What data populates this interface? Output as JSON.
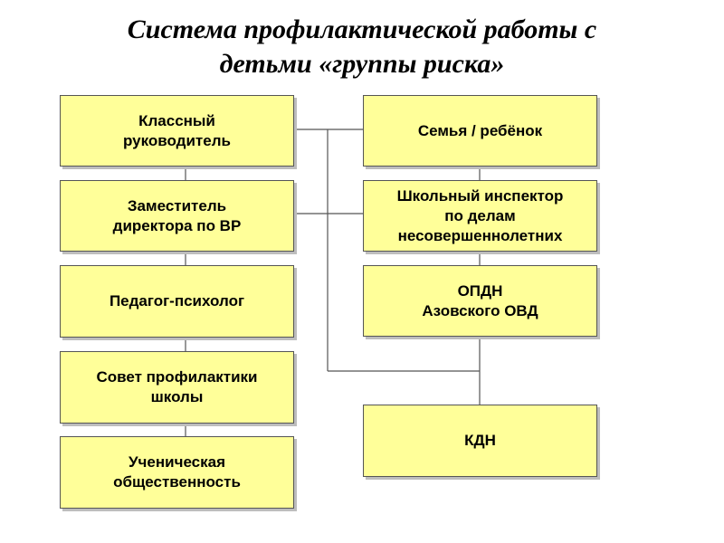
{
  "title": {
    "line1": "Система профилактической работы с",
    "line2": "детьми «группы риска»"
  },
  "left_boxes": [
    {
      "lines": [
        "Классный",
        "руководитель"
      ]
    },
    {
      "lines": [
        "Заместитель",
        "директора по ВР"
      ]
    },
    {
      "lines": [
        "Педагог-психолог"
      ]
    },
    {
      "lines": [
        "Совет профилактики",
        "школы"
      ]
    },
    {
      "lines": [
        "Ученическая",
        "общественность"
      ]
    }
  ],
  "right_boxes": [
    {
      "lines": [
        "Семья / ребёнок"
      ]
    },
    {
      "lines": [
        "Школьный инспектор",
        "по делам",
        "несовершеннолетних"
      ]
    },
    {
      "lines": [
        "ОПДН",
        "Азовского ОВД"
      ]
    },
    {
      "lines": [
        "КДН"
      ]
    }
  ],
  "colors": {
    "box_fill": "#ffff99",
    "box_border": "#555555",
    "connector": "#555555"
  }
}
